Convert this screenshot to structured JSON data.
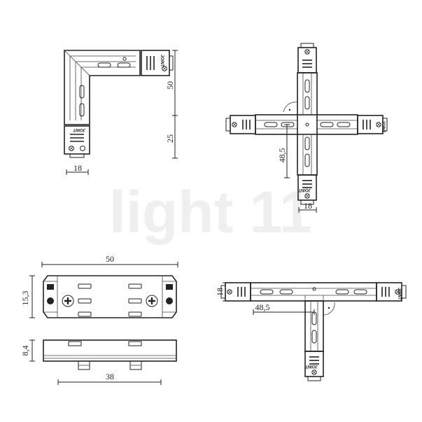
{
  "watermark": "light 11",
  "joint_label": "JOINT",
  "l_connector": {
    "dim_height_upper": "50",
    "dim_height_lower": "25",
    "dim_width": "18"
  },
  "x_connector": {
    "dim_arm": "48,5",
    "dim_width": "18"
  },
  "straight_connector": {
    "dim_length": "50",
    "dim_height_top": "15,3",
    "dim_height_side": "8,4",
    "dim_pin_span": "38"
  },
  "t_connector": {
    "dim_width": "18",
    "dim_arm": "48,5"
  }
}
